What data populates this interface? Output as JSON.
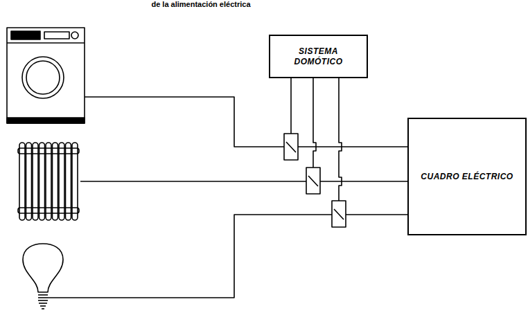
{
  "diagram": {
    "title": "de la alimentación eléctrica",
    "nodes": [
      {
        "text": [
          "SISTEMA DOMÓTICO"
        ]
      },
      {
        "text": [
          "CUADRO ELÉCTRICO"
        ]
      }
    ]
  }
}
